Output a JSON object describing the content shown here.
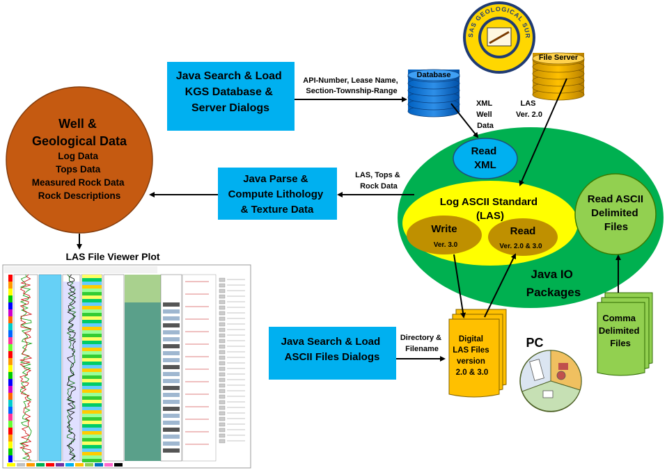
{
  "blue_boxes": {
    "kgs_dialogs": [
      "Java Search & Load",
      "KGS Database &",
      "Server Dialogs"
    ],
    "parse_compute": [
      "Java Parse &",
      "Compute Lithology",
      "& Texture Data"
    ],
    "ascii_dialogs": [
      "Java Search & Load",
      "ASCII Files Dialogs"
    ]
  },
  "labels": {
    "api_query": [
      "API-Number, Lease Name,",
      "Section-Township-Range"
    ],
    "las_tops_rock": [
      "LAS, Tops &",
      "Rock Data"
    ],
    "xml_well_data": [
      "XML",
      "Well",
      "Data"
    ],
    "las_ver": [
      "LAS",
      "Ver. 2.0"
    ],
    "directory_filename": [
      "Directory &",
      "Filename"
    ],
    "viewer_title": "LAS File Viewer Plot",
    "pc": "PC"
  },
  "well_circle": {
    "title": [
      "Well &",
      "Geological Data"
    ],
    "items": [
      "Log Data",
      "Tops Data",
      "Measured Rock Data",
      "Rock Descriptions"
    ]
  },
  "database": "Database",
  "file_server": "File Server",
  "seal": {
    "ring_text": "KANSAS GEOLOGICAL SURVEY"
  },
  "java_io": {
    "label": [
      "Java IO",
      "Packages"
    ],
    "read_xml": [
      "Read",
      "XML"
    ],
    "las": [
      "Log ASCII Standard",
      "(LAS)"
    ],
    "write": {
      "title": "Write",
      "version": "Ver. 3.0"
    },
    "read": {
      "title": "Read",
      "version": "Ver. 2.0 & 3.0"
    },
    "read_ascii": [
      "Read  ASCII",
      "Delimited",
      "Files"
    ]
  },
  "digital_files": [
    "Digital",
    "LAS Files",
    "version",
    "2.0 & 3.0"
  ],
  "comma_files": [
    "Comma",
    "Delimited",
    "Files"
  ],
  "colors": {
    "blue_box": "#00b0f0",
    "brown": "#c55a11",
    "java_green": "#00b050",
    "las_yellow": "#ffff00",
    "olive": "#bf9000",
    "light_green": "#92d050",
    "orange_doc": "#ffc000"
  }
}
